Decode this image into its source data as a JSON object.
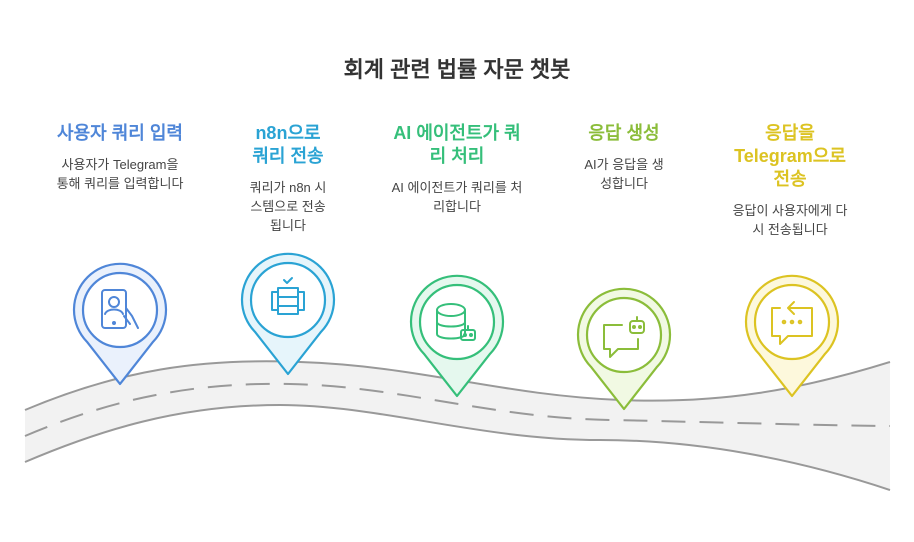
{
  "title": "회계 관련 법률 자문 챗봇",
  "steps": [
    {
      "title": "사용자 쿼리 입력",
      "desc": "사용자가 Telegram을 통해 쿼리를 입력합니다",
      "color": "#4f86d8",
      "fill": "#eaf1fc",
      "icon": "phone-user-icon"
    },
    {
      "title": "n8n으로 쿼리 전송",
      "desc": "쿼리가 n8n 시스템으로 전송됩니다",
      "color": "#2aa3d4",
      "fill": "#e6f5fb",
      "icon": "server-check-icon"
    },
    {
      "title": "AI 에이전트가 쿼리 처리",
      "desc": "AI 에이전트가 쿼리를 처리합니다",
      "color": "#35bf7a",
      "fill": "#e5f8ee",
      "icon": "database-bot-icon"
    },
    {
      "title": "응답 생성",
      "desc": "AI가 응답을 생성합니다",
      "color": "#8bbd3a",
      "fill": "#f1f9e3",
      "icon": "chat-bot-icon"
    },
    {
      "title": "응답을 Telegram으로 전송",
      "desc": "응답이 사용자에게 다시 전송됩니다",
      "color": "#dcc322",
      "fill": "#fdf8dc",
      "icon": "chat-reply-icon"
    }
  ]
}
